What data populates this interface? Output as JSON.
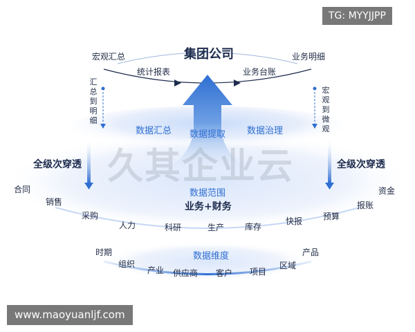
{
  "corner_tag": "TG: MYYJJPP",
  "url_tag": "www.maoyuanljf.com",
  "watermark": "久其企业云",
  "top": {
    "title": "集团公司",
    "left_label": "宏观汇总",
    "right_label": "业务明细",
    "left_arrow_label": "统计报表",
    "right_arrow_label": "业务台账",
    "left_vertical": "汇总到明细",
    "right_vertical": "宏观到微观"
  },
  "middle": {
    "labels": [
      "数据汇总",
      "数据提取",
      "数据治理"
    ],
    "left_side": "全级次穿透",
    "right_side": "全级次穿透"
  },
  "range": {
    "title": "数据范围",
    "subtitle": "业务+财务",
    "items": [
      "合同",
      "销售",
      "采购",
      "人力",
      "科研",
      "生产",
      "库存",
      "快报",
      "预算",
      "报账",
      "资金"
    ]
  },
  "dimension": {
    "title": "数据维度",
    "items": [
      "时期",
      "组织",
      "产业",
      "供应商",
      "客户",
      "项目",
      "区域",
      "产品"
    ]
  },
  "colors": {
    "accent": "#2f6fd2",
    "text": "#1f2a44",
    "arrow": "#3a78d8"
  }
}
